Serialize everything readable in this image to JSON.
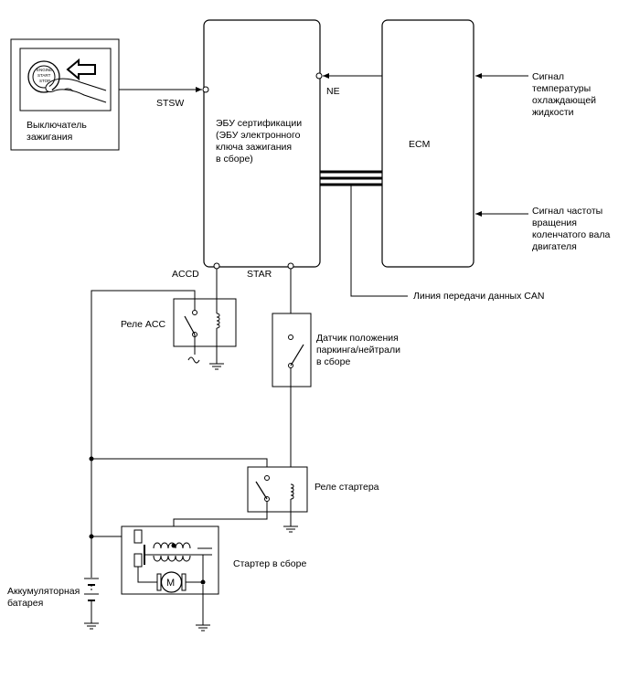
{
  "labels": {
    "ignition_switch": [
      "Выключатель",
      "зажигания"
    ],
    "stsw": "STSW",
    "ne": "NE",
    "ecu": [
      "ЭБУ сертификации",
      "(ЭБУ электронного",
      "ключа зажигания",
      "в сборе)"
    ],
    "ecm": "ECM",
    "coolant_signal": [
      "Сигнал",
      "температуры",
      "охлаждающей",
      "жидкости"
    ],
    "crank_signal": [
      "Сигнал частоты",
      "вращения",
      "коленчатого вала",
      "двигателя"
    ],
    "can_line": "Линия передачи данных CAN",
    "accd": "ACCD",
    "star": "STAR",
    "acc_relay": "Реле ACC",
    "park_neutral": [
      "Датчик положения",
      "паркинга/нейтрали",
      "в сборе"
    ],
    "starter_relay": "Реле стартера",
    "starter": "Стартер в сборе",
    "battery": [
      "Аккумуляторная",
      "батарея"
    ],
    "motor": "M",
    "button_text": [
      "ENGINE",
      "START",
      "STOP"
    ]
  }
}
